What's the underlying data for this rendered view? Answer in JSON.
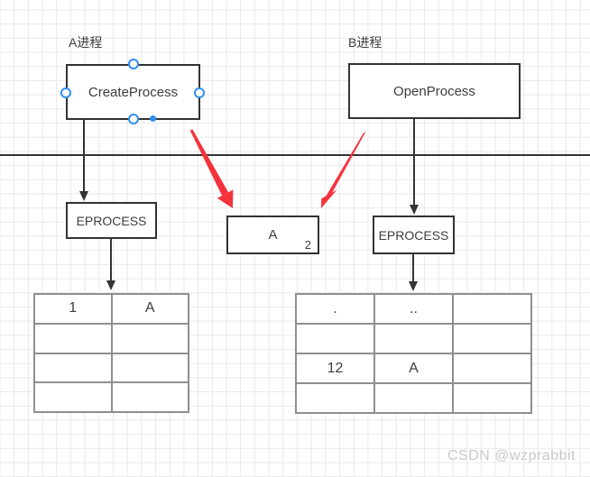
{
  "labels": {
    "process_a": "A进程",
    "process_b": "B进程"
  },
  "nodes": {
    "create_process": "CreateProcess",
    "open_process": "OpenProcess",
    "eprocess_left": "EPROCESS",
    "eprocess_right": "EPROCESS",
    "handle_object": {
      "name": "A",
      "count": "2"
    }
  },
  "tables": {
    "left": {
      "columns": 2,
      "rows": [
        [
          "1",
          "A"
        ],
        [
          "",
          ""
        ],
        [
          "",
          ""
        ],
        [
          "",
          ""
        ]
      ]
    },
    "right": {
      "columns": 3,
      "rows": [
        [
          ".",
          "..",
          ""
        ],
        [
          "",
          "",
          ""
        ],
        [
          "12",
          "A",
          ""
        ],
        [
          "",
          "",
          ""
        ]
      ]
    }
  },
  "watermark": "CSDN @wzprabbit",
  "colors": {
    "shape_border": "#333333",
    "connector": "#333333",
    "table_border": "#8f8f8f",
    "red_arrow": "#f4333c",
    "selection_handle_blue": "#2e8ff2",
    "text": "#3d3d3d",
    "watermark_gray": "#c8c8c8",
    "grid": "#e9e9e9"
  }
}
